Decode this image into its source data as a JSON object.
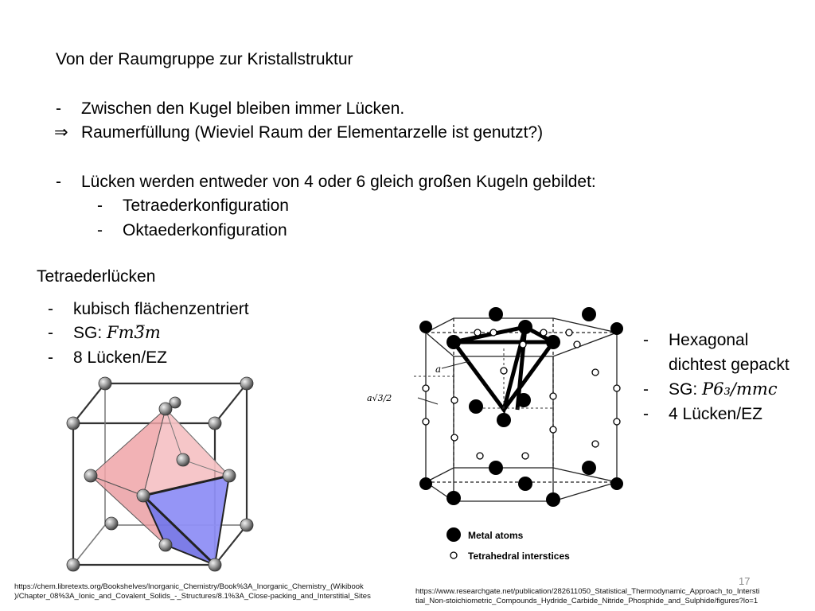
{
  "title": "Von der Raumgruppe zur Kristallstruktur",
  "intro": {
    "line1_marker": "-",
    "line1": "Zwischen den Kugel bleiben immer Lücken.",
    "line2_marker": "⇒",
    "line2": "Raumerfüllung (Wieviel Raum der Elementarzelle ist genutzt?)",
    "line3_marker": "-",
    "line3": "Lücken werden entweder von 4 oder 6 gleich großen Kugeln gebildet:",
    "sub_marker": "-",
    "sub1": "Tetraederkonfiguration",
    "sub2": "Oktaederkonfiguration"
  },
  "left_section": {
    "heading": "Tetraederlücken",
    "marker": "-",
    "item1": "kubisch flächenzentriert",
    "item2_prefix": "SG: ",
    "item2_math": "Fm3̅m",
    "item3": "8 Lücken/EZ"
  },
  "right_section": {
    "marker": "-",
    "item1_a": "Hexagonal",
    "item1_b": "dichtest gepackt",
    "item2_prefix": "SG: ",
    "item2_math": "P6₃/mmc",
    "item3": "4 Lücken/EZ"
  },
  "figure_right": {
    "label_a": "a",
    "label_height": "a√3/2",
    "legend_metal": "Metal atoms",
    "legend_tetra": "Tetrahedral interstices"
  },
  "source_left": {
    "line1": "https://chem.libretexts.org/Bookshelves/Inorganic_Chemistry/Book%3A_Inorganic_Chemistry_(Wikibook",
    "line2": ")/Chapter_08%3A_Ionic_and_Covalent_Solids_-_Structures/8.1%3A_Close-packing_and_Interstitial_Sites"
  },
  "source_right": {
    "line1": "https://www.researchgate.net/publication/282611050_Statistical_Thermodynamic_Approach_to_Intersti",
    "line2": "tial_Non-stoichiometric_Compounds_Hydride_Carbide_Nitride_Phosphide_and_Sulphide/figures?lo=1"
  },
  "page_number": "17",
  "colors": {
    "tetra_red": "#f0a5a8",
    "tetra_blue": "#8f8ff5",
    "text": "#000000"
  }
}
